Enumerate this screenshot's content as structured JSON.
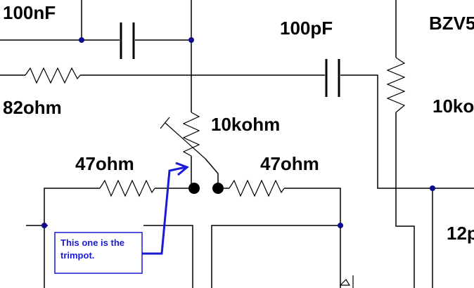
{
  "labels": {
    "c_100nF": "100nF",
    "c_100pF": "100pF",
    "zener": "BZV5",
    "r_82ohm": "82ohm",
    "r_10kohm_trim": "10kohm",
    "r_10kohm_right": "10ko",
    "r_47ohm_left": "47ohm",
    "r_47ohm_right": "47ohm",
    "c_12p": "12p"
  },
  "annotation": {
    "line1": "This one is the",
    "line2": "trimpot."
  },
  "colors": {
    "ink": "#000000",
    "node": "#0c0c8c",
    "annotation": "#1a1ad6",
    "background": "#ffffff"
  }
}
